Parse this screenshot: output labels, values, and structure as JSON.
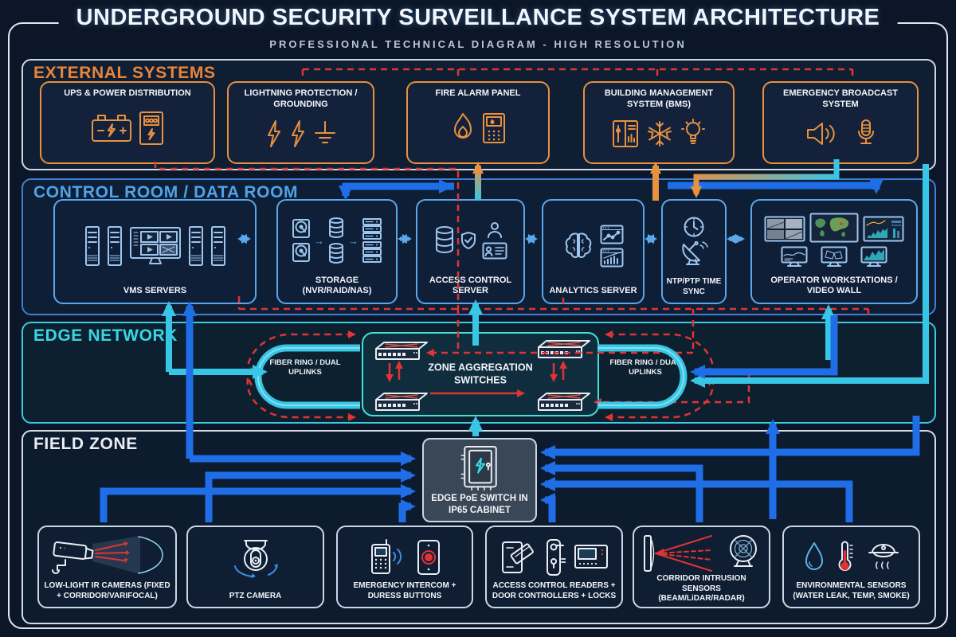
{
  "title": "UNDERGROUND SECURITY SURVEILLANCE SYSTEM ARCHITECTURE",
  "subtitle": "PROFESSIONAL TECHNICAL DIAGRAM - HIGH RESOLUTION",
  "colors": {
    "background": "#0b1728",
    "frame": "#dfe7f1",
    "external_accent": "#e8913f",
    "control_accent": "#4fa3e8",
    "edge_accent": "#38d6e6",
    "field_accent": "#e9eef5",
    "danger_red": "#e03434",
    "pipe_blue": "#1f6ee8",
    "pipe_cyan": "#37c6e6"
  },
  "sections": {
    "external": {
      "label": "EXTERNAL SYSTEMS",
      "boxes": [
        {
          "label": "UPS & POWER DISTRIBUTION"
        },
        {
          "label": "LIGHTNING PROTECTION / GROUNDING"
        },
        {
          "label": "FIRE ALARM PANEL"
        },
        {
          "label": "BUILDING MANAGEMENT SYSTEM (BMS)"
        },
        {
          "label": "EMERGENCY BROADCAST SYSTEM"
        }
      ]
    },
    "control": {
      "label": "CONTROL ROOM / DATA ROOM",
      "boxes": [
        {
          "label": "VMS SERVERS"
        },
        {
          "label": "STORAGE (NVR/RAID/NAS)"
        },
        {
          "label": "ACCESS CONTROL SERVER"
        },
        {
          "label": "ANALYTICS SERVER"
        },
        {
          "label": "NTP/PTP TIME SYNC"
        },
        {
          "label": "OPERATOR WORKSTATIONS / VIDEO WALL"
        }
      ]
    },
    "edge": {
      "label": "EDGE NETWORK",
      "aggregation": "ZONE AGGREGATION SWITCHES",
      "fiber_ring_left": "FIBER RING / DUAL UPLINKS",
      "fiber_ring_right": "FIBER RING / DUAL UPLINKS"
    },
    "field": {
      "label": "FIELD ZONE",
      "poe_switch": "EDGE PoE SWITCH IN IP65 CABINET",
      "boxes": [
        {
          "label": "LOW-LIGHT IR CAMERAS (FIXED + CORRIDOR/VARIFOCAL)"
        },
        {
          "label": "PTZ CAMERA"
        },
        {
          "label": "EMERGENCY INTERCOM + DURESS BUTTONS"
        },
        {
          "label": "ACCESS CONTROL READERS + DOOR CONTROLLERS + LOCKS"
        },
        {
          "label": "CORRIDOR INTRUSION SENSORS (BEAM/LiDAR/RADAR)"
        },
        {
          "label": "ENVIRONMENTAL SENSORS (WATER LEAK, TEMP, SMOKE)"
        }
      ]
    }
  }
}
